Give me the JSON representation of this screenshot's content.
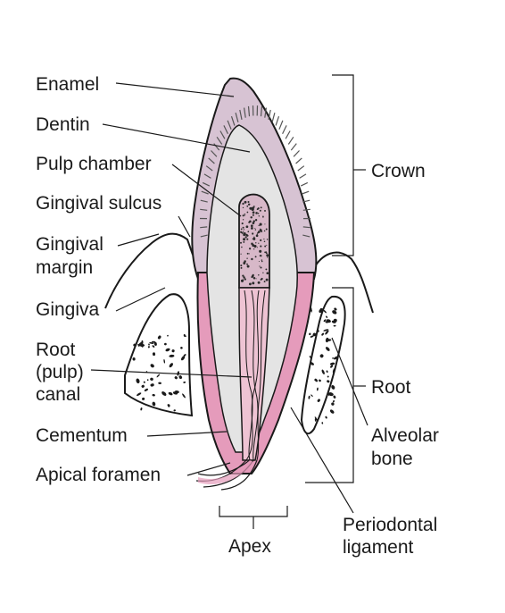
{
  "colors": {
    "enamel": "#d7c3d3",
    "dentin": "#e4e4e4",
    "pink": "#e59bbb",
    "pulp": "#eec3d3",
    "bone": "#ffffff",
    "line": "#1a1a1a"
  },
  "labels": {
    "enamel": "Enamel",
    "dentin": "Dentin",
    "pulp_chamber": "Pulp chamber",
    "gingival_sulcus": "Gingival sulcus",
    "gingival_margin_1": "Gingival",
    "gingival_margin_2": "margin",
    "gingiva": "Gingiva",
    "root_canal_1": "Root",
    "root_canal_2": "(pulp)",
    "root_canal_3": "canal",
    "cementum": "Cementum",
    "apical_foramen": "Apical foramen",
    "crown": "Crown",
    "root": "Root",
    "alveolar_bone_1": "Alveolar",
    "alveolar_bone_2": "bone",
    "apex": "Apex",
    "periodontal_ligament_1": "Periodontal",
    "periodontal_ligament_2": "ligament"
  }
}
